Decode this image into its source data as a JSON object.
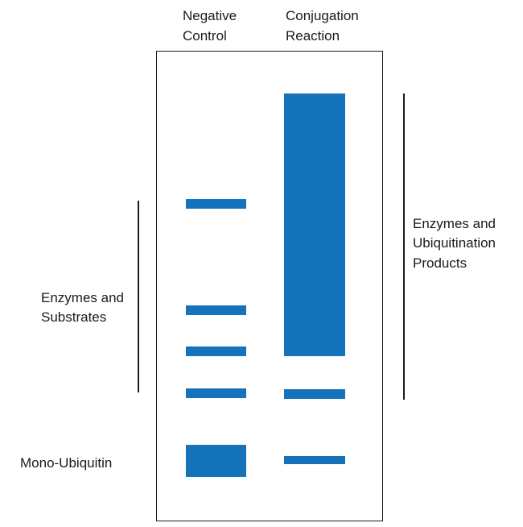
{
  "lanes": {
    "negative_control": [
      "Negative",
      "Control"
    ],
    "conjugation_reaction": [
      "Conjugation",
      "Reaction"
    ]
  },
  "annotations": {
    "enzymes_substrates": [
      "Enzymes and",
      "Substrates"
    ],
    "mono_ubiquitin": "Mono-Ubiquitin",
    "enzymes_products": [
      "Enzymes and",
      "Ubiquitination",
      "Products"
    ]
  },
  "colors": {
    "band": "#1473ba",
    "outline": "#1a1a1a"
  }
}
